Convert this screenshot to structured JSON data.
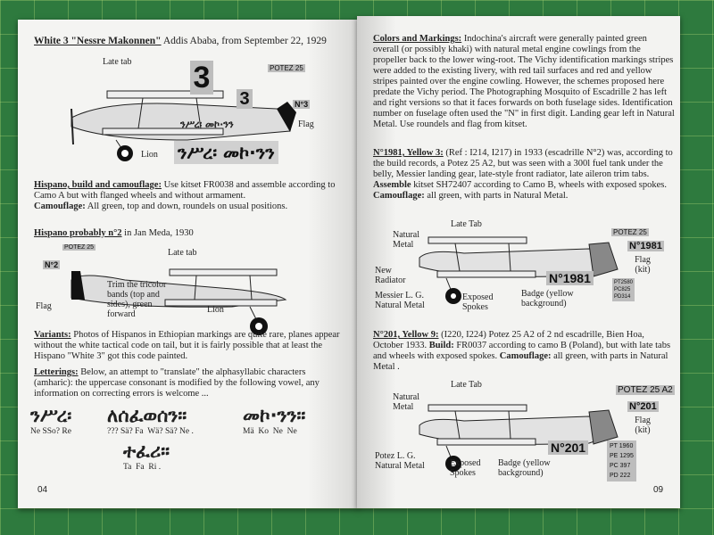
{
  "left_page": {
    "title_bold": "White 3 \"Nessre Makonnen\"",
    "title_rest": " Addis Ababa, from September 22, 1929",
    "plane1": {
      "late_tab": "Late tab",
      "tail_number": "3",
      "fuselage_number": "3",
      "potez_plate": "POTEZ 25",
      "n_plate": "N°3",
      "flag": "Flag",
      "lion": "Lion",
      "fuselage_script_small": "ንሥረ፡ መኮ·ንን",
      "big_script": "ንሥረ፡ መኮ·ንን"
    },
    "build_heading": "Hispano, build and camouflage:",
    "build_text": " Use kitset FR0038 and assemble according to Camo A but with flanged wheels and without armament.",
    "camo_label": "Camouflage:",
    "camo_text": " All green, top and down, roundels on usual positions.",
    "plane2_heading": "Hispano probably n°2",
    "plane2_heading_rest": " in Jan Meda, 1930",
    "plane2": {
      "potez_plate": "POTEZ 25",
      "n_plate": "N°2",
      "late_tab": "Late tab",
      "flag": "Flag",
      "trim_note": "Trim the tricolor bands (top and sides), green forward",
      "lion": "Lion"
    },
    "variants_heading": "Variants:",
    "variants_text": " Photos of Hispanos in Ethiopian markings are quite rare, planes appear without the white tactical code on tail, but it is fairly possible that at least the Hispano \"White 3\" got this code painted.",
    "letterings_heading": "Letterings:",
    "letterings_text": " Below, an attempt to \"translate\" the alphasyllabic characters (amharic): the uppercase consonant is modified by the following vowel, any information on correcting errors is welcome ...",
    "amharic_words": [
      {
        "script": "ንሥረ፡",
        "translit": "Ne SSo? Re"
      },
      {
        "script": "ለሰፈወሰን።",
        "translit": "??? Sä? Fa  Wä? Sä? Ne ."
      },
      {
        "script": "መኮ·ንን።",
        "translit": "Mä  Ko  Ne  Ne"
      },
      {
        "script": "ተፈሪ።",
        "translit": "Ta  Fa  Ri ."
      }
    ],
    "page_number": "04"
  },
  "right_page": {
    "colors_heading": "Colors and Markings:",
    "colors_text": " Indochina's aircraft were generally painted green overall (or possibly khaki) with natural metal engine cowlings from the propeller back to the lower wing-root. The Vichy identification markings stripes were added to the existing livery, with red tail surfaces and red and yellow stripes painted over the engine cowling. However, the schemes proposed here predate the Vichy period. The Photographing Mosquito of Escadrille 2 has left and right versions so that it faces forwards on both fuselage sides. Identification number on fuselage often used the \"N\" in first digit. Landing gear left in Natural Metal. Use roundels and flag from kitset.",
    "n1981_heading": "N°1981, Yellow 3:",
    "n1981_text_a": " (Ref : I214, I217) in 1933 (escadrille N°2) was, according to the build records, a Potez 25 A2, but was seen with a 300l fuel tank under the belly, Messier landing gear, late-style front radiator, late aileron trim tabs. ",
    "assemble_label": "Assemble",
    "n1981_text_b": " kitset SH72407 according to Camo B, wheels with exposed spokes. ",
    "camo_label": "Camouflage:",
    "n1981_text_c": " all green, with parts in Natural Metal.",
    "plane3": {
      "late_tab": "Late Tab",
      "natural_metal": "Natural Metal",
      "potez_plate": "POTEZ 25",
      "n_plate": "N°1981",
      "n_plate_large": "N°1981",
      "flag": "Flag (kit)",
      "new_radiator": "New Radiator",
      "badge": "Badge (yellow background)",
      "gear": "Messier L. G. Natural Metal",
      "spokes": "Exposed Spokes",
      "data_plate": [
        "PT2580",
        "PC825",
        "PD314"
      ]
    },
    "n201_heading": "N°201, Yellow 9:",
    "n201_text_a": " (I220, I224) Potez 25 A2 of 2 nd escadrille, Bien Hoa, October 1933. ",
    "build_label": "Build:",
    "n201_text_b": "  FR0037 according to camo B (Poland), but with late tabs and wheels with exposed spokes. ",
    "n201_text_c": " all green, with parts in Natural Metal  .",
    "plane4": {
      "late_tab": "Late Tab",
      "natural_metal": "Natural Metal",
      "potez_plate": "POTEZ 25 A2",
      "n_plate": "N°201",
      "n_plate_large": "N°201",
      "flag": "Flag (kit)",
      "badge": "Badge (yellow background)",
      "gear": "Potez L. G. Natural Metal",
      "spokes": "Exposed Spokes",
      "data_plate": [
        "PT 1960",
        "PE 1295",
        "PC 397",
        "PD 222"
      ]
    },
    "page_number": "09"
  }
}
